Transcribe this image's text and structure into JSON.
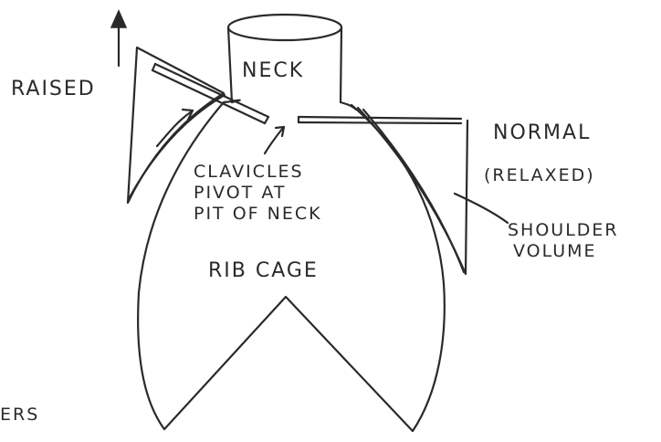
{
  "colors": {
    "ink": "#2a2a2a",
    "paper": "#ffffff"
  },
  "labels": {
    "raised": "RAISED",
    "neck": "NECK",
    "normal": "NORMAL",
    "relaxed": "(RELAXED)",
    "clavicles_line1": "CLAVICLES",
    "clavicles_line2": "PIVOT AT",
    "clavicles_line3": "PIT OF NECK",
    "shoulder_line1": "SHOULDER",
    "shoulder_line2": "VOLUME",
    "rib_cage": "RIB CAGE",
    "cut_off_text": "ERS"
  }
}
